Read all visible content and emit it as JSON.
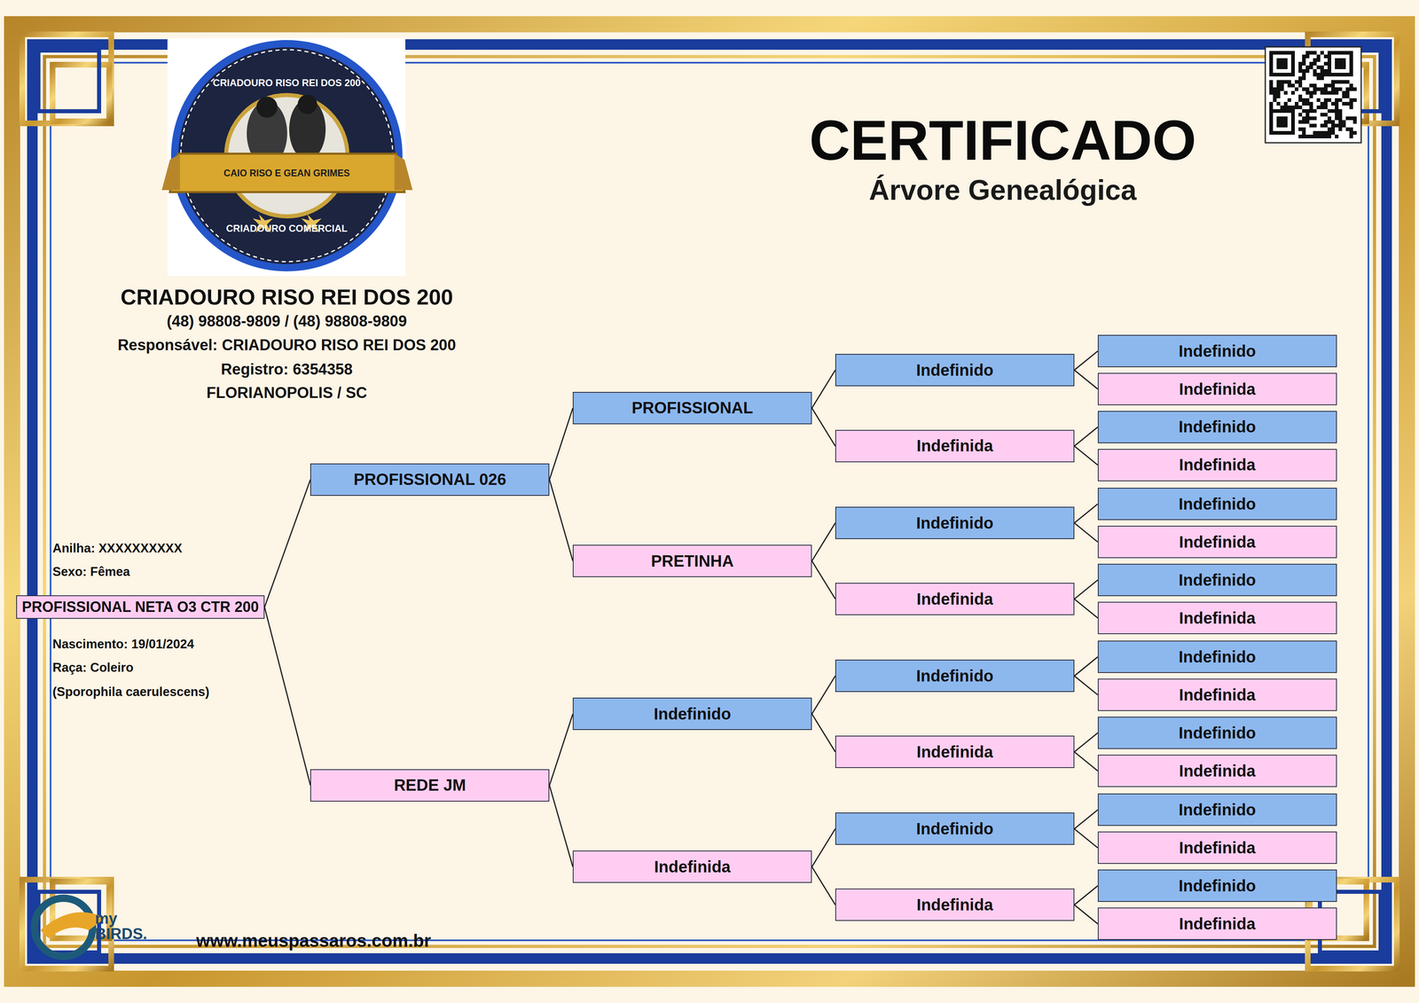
{
  "diagram": {
    "title": "CERTIFICADO",
    "nodes": [
      {
        "text": [
          "PROFISSIONAL NETA O3 CTR 200"
        ]
      },
      {
        "text": [
          "PROFISSIONAL 026"
        ]
      },
      {
        "text": [
          "REDE JM"
        ]
      },
      {
        "text": [
          "PROFISSIONAL"
        ]
      },
      {
        "text": [
          "PRETINHA"
        ]
      },
      {
        "text": [
          "Indefinido"
        ]
      },
      {
        "text": [
          "Indefinida"
        ]
      },
      {
        "text": [
          "Indefinido"
        ]
      },
      {
        "text": [
          "Indefinida"
        ]
      },
      {
        "text": [
          "Indefinido"
        ]
      },
      {
        "text": [
          "Indefinida"
        ]
      },
      {
        "text": [
          "Indefinido"
        ]
      },
      {
        "text": [
          "Indefinida"
        ]
      },
      {
        "text": [
          "Indefinido"
        ]
      },
      {
        "text": [
          "Indefinida"
        ]
      },
      {
        "text": [
          "Indefinido"
        ]
      },
      {
        "text": [
          "Indefinida"
        ]
      },
      {
        "text": [
          "Indefinido"
        ]
      },
      {
        "text": [
          "Indefinida"
        ]
      },
      {
        "text": [
          "Indefinido"
        ]
      },
      {
        "text": [
          "Indefinida"
        ]
      },
      {
        "text": [
          "Indefinido"
        ]
      },
      {
        "text": [
          "Indefinida"
        ]
      },
      {
        "text": [
          "Indefinido"
        ]
      },
      {
        "text": [
          "Indefinida"
        ]
      },
      {
        "text": [
          "Indefinido"
        ]
      },
      {
        "text": [
          "Indefinida"
        ]
      },
      {
        "text": [
          "Indefinido"
        ]
      },
      {
        "text": [
          "Indefinida"
        ]
      },
      {
        "text": [
          "Indefinido"
        ]
      },
      {
        "text": [
          "Indefinida"
        ]
      }
    ],
    "edges": [
      {
        "from": 0,
        "to": 1,
        "arrow": "none"
      },
      {
        "from": 0,
        "to": 2,
        "arrow": "none"
      },
      {
        "from": 1,
        "to": 3,
        "arrow": "none"
      },
      {
        "from": 1,
        "to": 4,
        "arrow": "none"
      },
      {
        "from": 2,
        "to": 5,
        "arrow": "none"
      },
      {
        "from": 2,
        "to": 6,
        "arrow": "none"
      },
      {
        "from": 3,
        "to": 7,
        "arrow": "none"
      },
      {
        "from": 3,
        "to": 8,
        "arrow": "none"
      },
      {
        "from": 4,
        "to": 9,
        "arrow": "none"
      },
      {
        "from": 4,
        "to": 10,
        "arrow": "none"
      },
      {
        "from": 5,
        "to": 11,
        "arrow": "none"
      },
      {
        "from": 5,
        "to": 12,
        "arrow": "none"
      },
      {
        "from": 6,
        "to": 13,
        "arrow": "none"
      },
      {
        "from": 6,
        "to": 14,
        "arrow": "none"
      },
      {
        "from": 7,
        "to": 15,
        "arrow": "none"
      },
      {
        "from": 7,
        "to": 16,
        "arrow": "none"
      },
      {
        "from": 8,
        "to": 17,
        "arrow": "none"
      },
      {
        "from": 8,
        "to": 18,
        "arrow": "none"
      },
      {
        "from": 9,
        "to": 19,
        "arrow": "none"
      },
      {
        "from": 9,
        "to": 20,
        "arrow": "none"
      },
      {
        "from": 10,
        "to": 21,
        "arrow": "none"
      },
      {
        "from": 10,
        "to": 22,
        "arrow": "none"
      },
      {
        "from": 11,
        "to": 23,
        "arrow": "none"
      },
      {
        "from": 11,
        "to": 24,
        "arrow": "none"
      },
      {
        "from": 12,
        "to": 25,
        "arrow": "none"
      },
      {
        "from": 12,
        "to": 26,
        "arrow": "none"
      },
      {
        "from": 13,
        "to": 27,
        "arrow": "none"
      },
      {
        "from": 13,
        "to": 28,
        "arrow": "none"
      },
      {
        "from": 14,
        "to": 29,
        "arrow": "none"
      },
      {
        "from": 14,
        "to": 30,
        "arrow": "none"
      }
    ],
    "labels": [
      "Árvore Genealógica",
      "CRIADOURO RISO REI DOS 200",
      "CAIO RISO E GEAN GRIMES",
      "CRIADOURO COMERCIAL",
      "CRIADOURO RISO REI DOS 200",
      "(48) 98808-9809 / (48) 98808-9809",
      "Responsável: CRIADOURO RISO REI DOS 200",
      "Registro: 6354358",
      "FLORIANOPOLIS / SC",
      "Anilha: XXXXXXXXXX",
      "Sexo: Fêmea",
      "Nascimento: 19/01/2024",
      "Raça: Coleiro",
      "(Sporophila caerulescens)",
      "my BIRDS.",
      "www.meuspassaros.com.br"
    ]
  }
}
